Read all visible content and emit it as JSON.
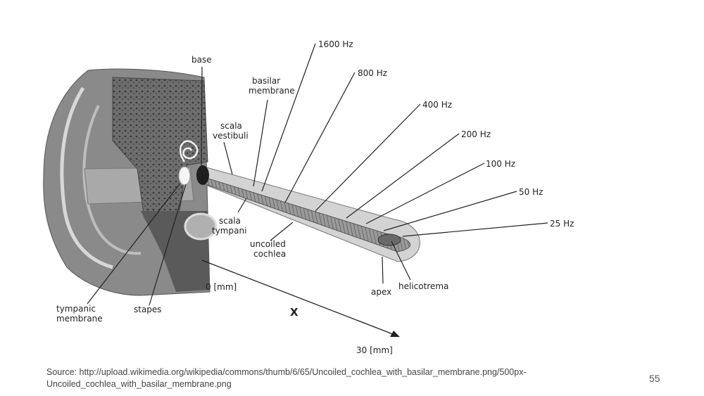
{
  "diagram": {
    "labels": {
      "base": "base",
      "basilar_1": "basilar",
      "basilar_2": "membrane",
      "scala_vestibuli_1": "scala",
      "scala_vestibuli_2": "vestibuli",
      "scala_tympani_1": "scala",
      "scala_tympani_2": "tympani",
      "uncoiled_1": "uncoiled",
      "uncoiled_2": "cochlea",
      "apex": "apex",
      "helicotrema": "helicotrema",
      "tympanic_1": "tympanic",
      "tympanic_2": "membrane",
      "stapes": "stapes",
      "zero_mm": "0 [mm]",
      "thirty_mm": "30 [mm]",
      "x_axis": "X"
    },
    "frequencies": [
      "1600 Hz",
      "800 Hz",
      "400 Hz",
      "200 Hz",
      "100 Hz",
      "50 Hz",
      "25 Hz"
    ]
  },
  "footer": {
    "source_line1": "Source: http://upload.wikimedia.org/wikipedia/commons/thumb/6/65/Uncoiled_cochlea_with_basilar_membrane.png/500px-",
    "source_line2": "Uncoiled_cochlea_with_basilar_membrane.png",
    "page_number": "55"
  }
}
